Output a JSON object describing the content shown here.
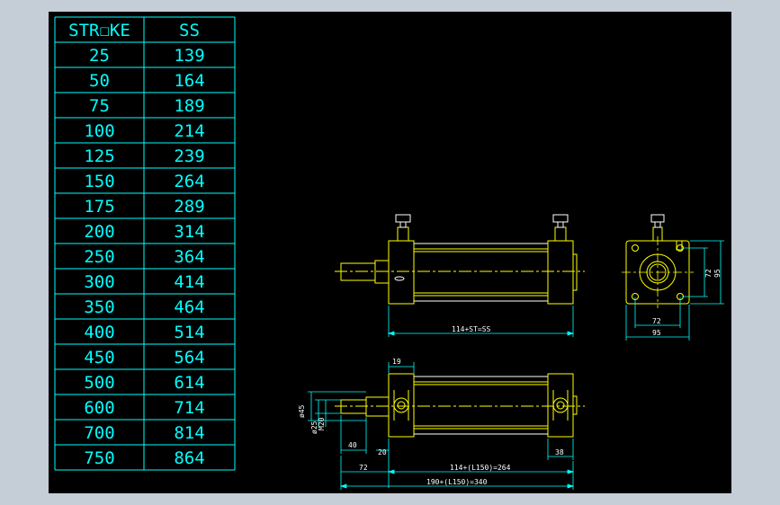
{
  "table": {
    "headers": [
      "STR☐KE",
      "SS"
    ],
    "rows": [
      [
        "25",
        "139"
      ],
      [
        "50",
        "164"
      ],
      [
        "75",
        "189"
      ],
      [
        "100",
        "214"
      ],
      [
        "125",
        "239"
      ],
      [
        "150",
        "264"
      ],
      [
        "175",
        "289"
      ],
      [
        "200",
        "314"
      ],
      [
        "250",
        "364"
      ],
      [
        "300",
        "414"
      ],
      [
        "350",
        "464"
      ],
      [
        "400",
        "514"
      ],
      [
        "450",
        "564"
      ],
      [
        "500",
        "614"
      ],
      [
        "600",
        "714"
      ],
      [
        "700",
        "814"
      ],
      [
        "750",
        "864"
      ]
    ]
  },
  "dimensions": {
    "top_length": "114+ST=SS",
    "end_width": "72",
    "end_total_width": "95",
    "end_height": "72",
    "end_total_height": "95",
    "pivot_offset": "19",
    "bore_dia": "ø45",
    "rod_dia": "ø25",
    "thread": "M20",
    "rod_length": "40",
    "collar": "20",
    "rear": "38",
    "front": "72",
    "body_length": "114+(L150)=264",
    "total_length": "190+(L150)=340"
  },
  "colors": {
    "background": "#000000",
    "frame": "#c5cdd6",
    "table": "#00ffff",
    "outline": "#ffff00",
    "dimension": "#00ffff",
    "centerline": "#ffff00",
    "text": "#ffffff",
    "fitting": "#ffffff"
  }
}
